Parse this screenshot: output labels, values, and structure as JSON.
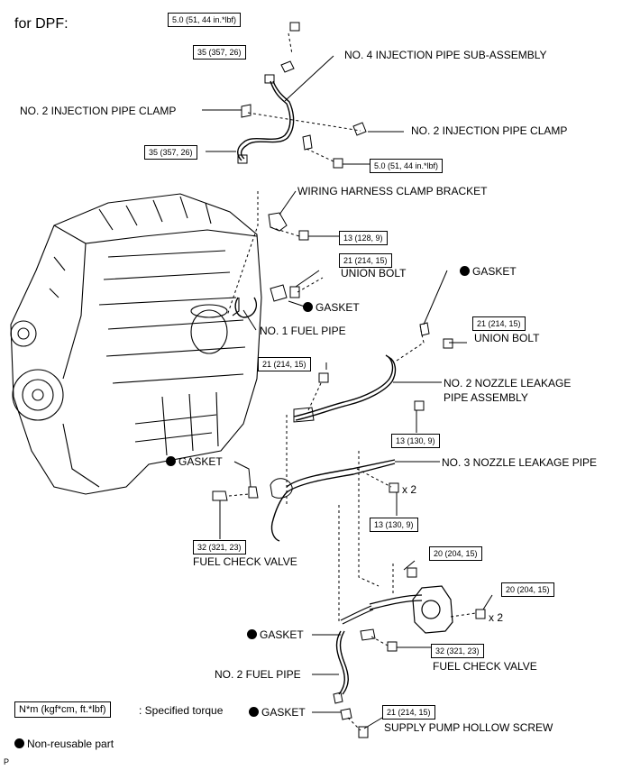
{
  "header": "for DPF:",
  "labels": {
    "no4_pipe": "NO. 4 INJECTION PIPE SUB-ASSEMBLY",
    "clamp_left": "NO. 2 INJECTION PIPE CLAMP",
    "clamp_right": "NO. 2 INJECTION PIPE CLAMP",
    "harness_bracket": "WIRING HARNESS CLAMP BRACKET",
    "union_bolt_1": "UNION BOLT",
    "gasket_1": "GASKET",
    "no1_fuel_pipe": "NO. 1 FUEL PIPE",
    "gasket_2": "GASKET",
    "union_bolt_2": "UNION BOLT",
    "nozzle_leak_line1": "NO. 2 NOZZLE LEAKAGE",
    "nozzle_leak_line2": "PIPE ASSEMBLY",
    "gasket_3": "GASKET",
    "no3_nozzle": "NO. 3 NOZZLE LEAKAGE PIPE",
    "fcv_1": "FUEL CHECK VALVE",
    "gasket_4": "GASKET",
    "fcv_2": "FUEL CHECK VALVE",
    "no2_fuel_pipe": "NO. 2 FUEL PIPE",
    "gasket_5": "GASKET",
    "supply_screw": "SUPPLY PUMP HOLLOW SCREW",
    "x2_a": "x 2",
    "x2_b": "x 2"
  },
  "torques": {
    "t1": "5.0 (51, 44 in.*lbf)",
    "t2": "35 (357, 26)",
    "t3": "35 (357, 26)",
    "t4": "5.0 (51, 44 in.*lbf)",
    "t5": "13 (128, 9)",
    "t6": "21 (214, 15)",
    "t7": "21 (214, 15)",
    "t8": "21 (214, 15)",
    "t9": "13 (130, 9)",
    "t10": "13 (130, 9)",
    "t11": "32 (321, 23)",
    "t12": "20 (204, 15)",
    "t13": "20 (204, 15)",
    "t14": "32 (321, 23)",
    "t15": "21 (214, 15)"
  },
  "legend": {
    "torque_box": "N*m (kgf*cm, ft.*lbf)",
    "torque_text": ": Specified torque",
    "nonreusable": "Non-reusable part"
  },
  "footer_mark": "P"
}
